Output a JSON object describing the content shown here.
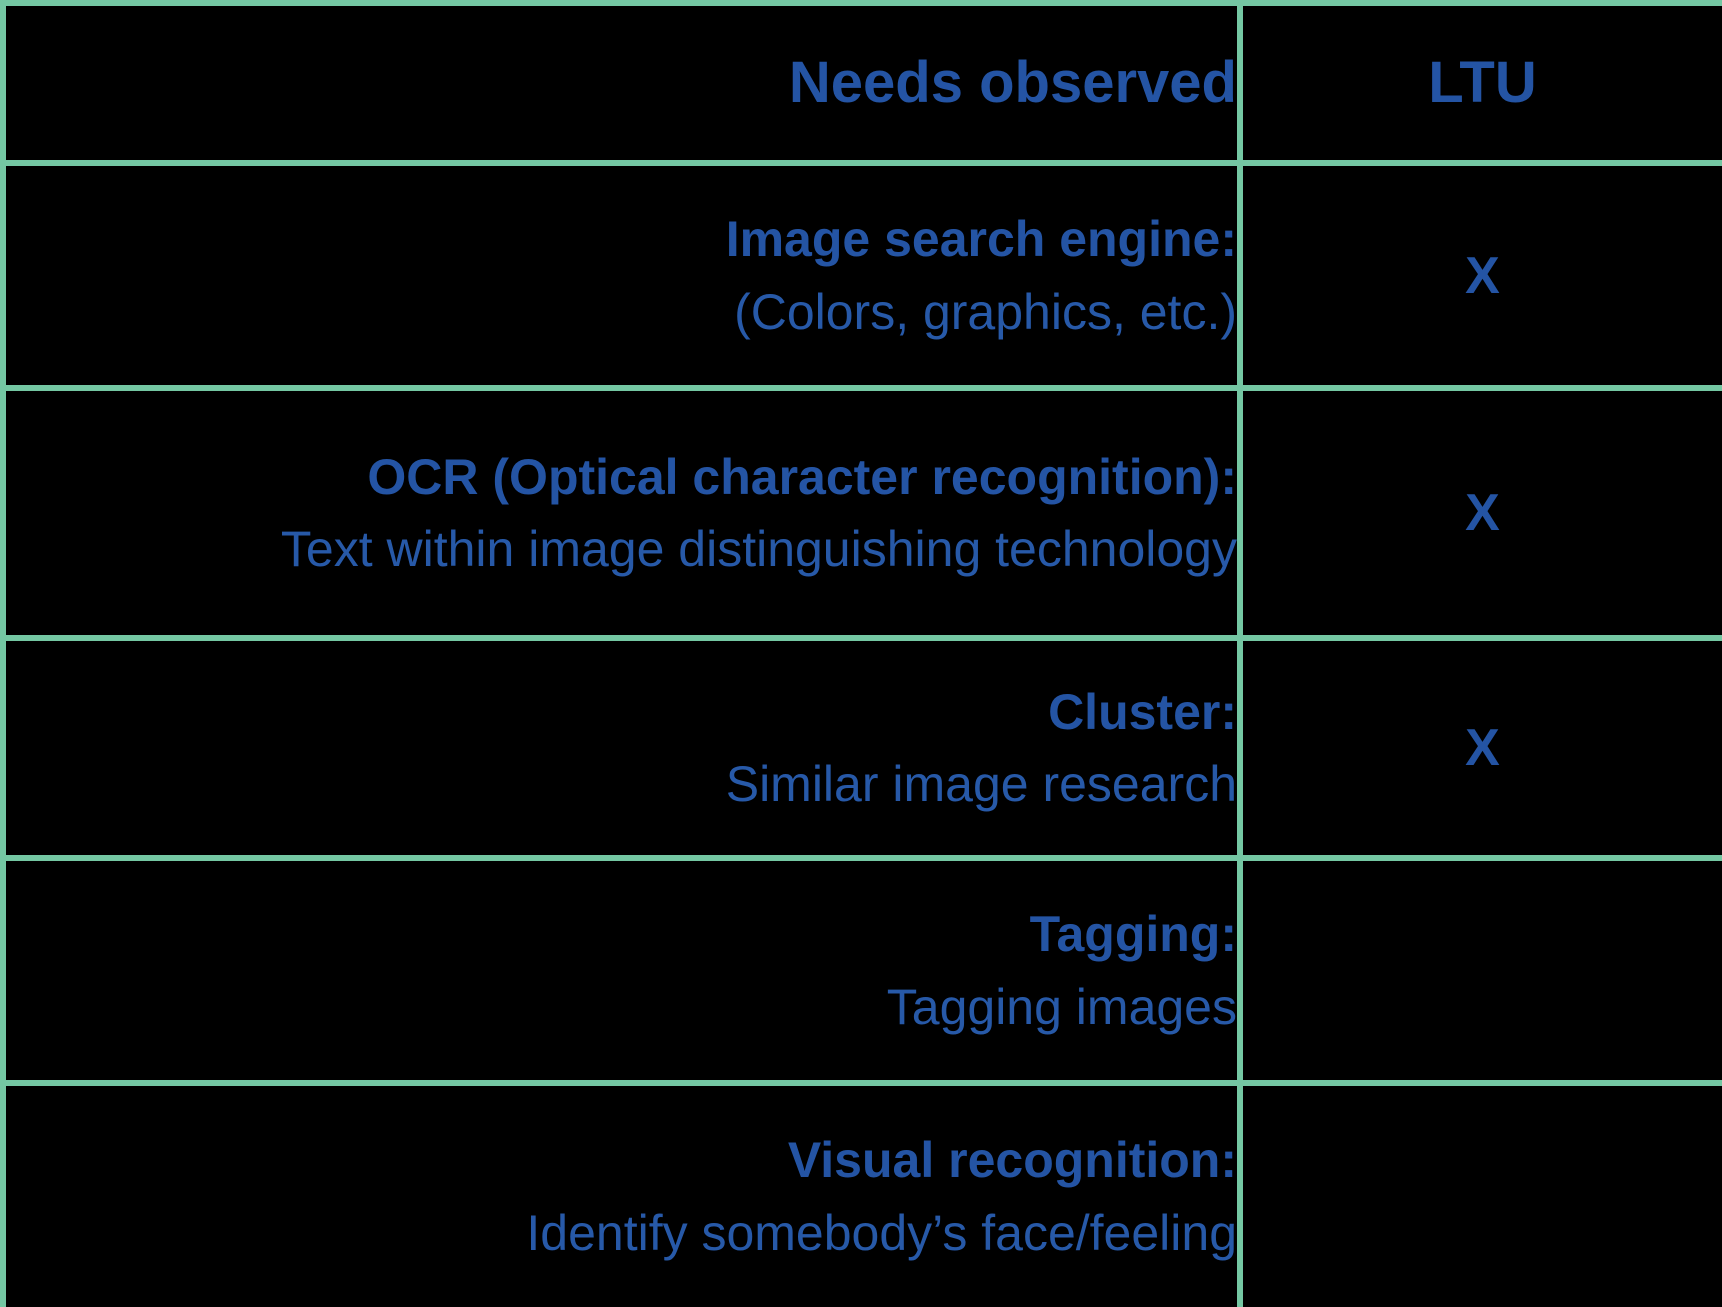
{
  "table": {
    "header": {
      "needs_label": "Needs observed",
      "ltu_label": "LTU"
    },
    "rows": [
      {
        "title": "Image search engine:",
        "desc": "(Colors, graphics, etc.)",
        "ltu": "X"
      },
      {
        "title": "OCR (Optical character recognition):",
        "desc": "Text within image distinguishing technology",
        "ltu": "X"
      },
      {
        "title": "Cluster:",
        "desc": "Similar image research",
        "ltu": "X"
      },
      {
        "title": "Tagging:",
        "desc": "Tagging images",
        "ltu": ""
      },
      {
        "title": "Visual recognition:",
        "desc": "Identify somebody’s face/feeling",
        "ltu": ""
      }
    ],
    "colors": {
      "background": "#000000",
      "grid_border": "#74C7A3",
      "text_blue": "#2454A4"
    }
  }
}
